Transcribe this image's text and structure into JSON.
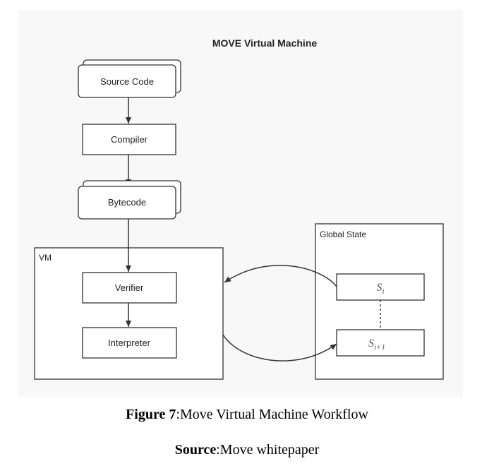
{
  "diagram": {
    "title": "MOVE Virtual Machine",
    "nodes": {
      "source_code": "Source Code",
      "compiler": "Compiler",
      "bytecode": "Bytecode",
      "verifier": "Verifier",
      "interpreter": "Interpreter"
    },
    "containers": {
      "vm": "VM",
      "global_state": "Global State"
    },
    "states": {
      "s_i": {
        "base": "S",
        "sub": "i"
      },
      "s_i1": {
        "base": "S",
        "sub": "i+1"
      }
    }
  },
  "caption": {
    "figure_label": "Figure 7",
    "figure_sep": ":",
    "figure_text": "Move Virtual Machine Workflow",
    "source_label": "Source",
    "source_sep": ":",
    "source_text": "Move whitepaper"
  }
}
